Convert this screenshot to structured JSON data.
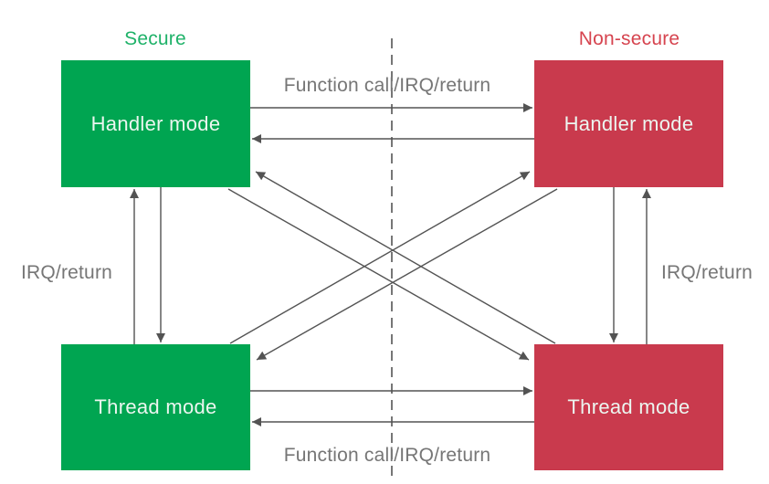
{
  "diagram": {
    "columns": {
      "secure": {
        "label": "Secure"
      },
      "nonsecure": {
        "label": "Non-secure"
      }
    },
    "boxes": {
      "secure_handler": "Handler mode",
      "secure_thread": "Thread mode",
      "nonsecure_handler": "Handler mode",
      "nonsecure_thread": "Thread mode"
    },
    "edge_labels": {
      "top": "Function call/IRQ/return",
      "bottom": "Function call/IRQ/return",
      "left": "IRQ/return",
      "right": "IRQ/return"
    },
    "arrows": [
      {
        "from": "secure-handler",
        "to": "nonsecure-handler",
        "label": "Function call/IRQ/return"
      },
      {
        "from": "nonsecure-handler",
        "to": "secure-handler",
        "label": ""
      },
      {
        "from": "secure-thread",
        "to": "secure-handler",
        "label": "IRQ/return"
      },
      {
        "from": "secure-handler",
        "to": "secure-thread",
        "label": ""
      },
      {
        "from": "nonsecure-handler",
        "to": "nonsecure-thread",
        "label": ""
      },
      {
        "from": "nonsecure-thread",
        "to": "nonsecure-handler",
        "label": "IRQ/return"
      },
      {
        "from": "secure-thread",
        "to": "nonsecure-thread",
        "label": "Function call/IRQ/return"
      },
      {
        "from": "nonsecure-thread",
        "to": "secure-thread",
        "label": ""
      },
      {
        "from": "secure-handler",
        "to": "nonsecure-thread",
        "label": ""
      },
      {
        "from": "nonsecure-thread",
        "to": "secure-handler",
        "label": ""
      },
      {
        "from": "nonsecure-handler",
        "to": "secure-thread",
        "label": ""
      },
      {
        "from": "secure-thread",
        "to": "nonsecure-handler",
        "label": ""
      }
    ]
  },
  "colors": {
    "secure_fill": "#00A551",
    "secure_heading": "#1FB269",
    "nonsecure_fill": "#C93A4D",
    "nonsecure_heading": "#D6444F",
    "box_text": "#ECF6F0",
    "label_text": "#767676",
    "arrow": "#535353",
    "divider": "#5E5E5E"
  }
}
